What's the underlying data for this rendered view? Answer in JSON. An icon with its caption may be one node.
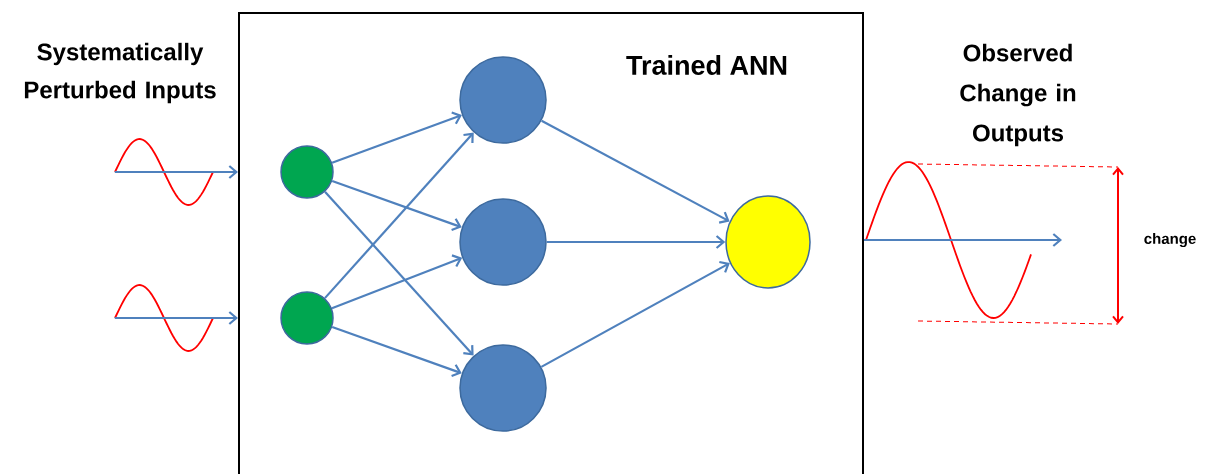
{
  "diagram": {
    "nodes": [
      {
        "text": [
          "Trained ANN"
        ]
      },
      {
        "text": [],
        "shape": "circle",
        "in": 0
      },
      {
        "text": [],
        "shape": "circle",
        "in": 0
      },
      {
        "text": [],
        "shape": "circle",
        "in": 0
      },
      {
        "text": [],
        "shape": "circle",
        "in": 0
      },
      {
        "text": [],
        "shape": "circle",
        "in": 0
      },
      {
        "text": [],
        "shape": "circle",
        "in": 0
      },
      {
        "text": [],
        "shape": "picture"
      },
      {
        "text": [],
        "shape": "picture"
      }
    ],
    "edges": [
      {
        "from": 7,
        "to": 0,
        "arrow": "to"
      },
      {
        "from": 8,
        "to": 0,
        "arrow": "to"
      },
      {
        "from": 1,
        "to": 3,
        "arrow": "to"
      },
      {
        "from": 1,
        "to": 4,
        "arrow": "to"
      },
      {
        "from": 1,
        "to": 5,
        "arrow": "to"
      },
      {
        "from": 2,
        "to": 3,
        "arrow": "to"
      },
      {
        "from": 2,
        "to": 4,
        "arrow": "to"
      },
      {
        "from": 2,
        "to": 5,
        "arrow": "to"
      },
      {
        "from": 3,
        "to": 6,
        "arrow": "to"
      },
      {
        "from": 4,
        "to": 6,
        "arrow": "to"
      },
      {
        "from": 5,
        "to": 6,
        "arrow": "to"
      },
      {
        "from": 0,
        "to": null,
        "arrow": "to"
      }
    ],
    "labels": [
      "Systematically Perturbed Inputs",
      "Observed Change in Outputs",
      "change"
    ]
  }
}
